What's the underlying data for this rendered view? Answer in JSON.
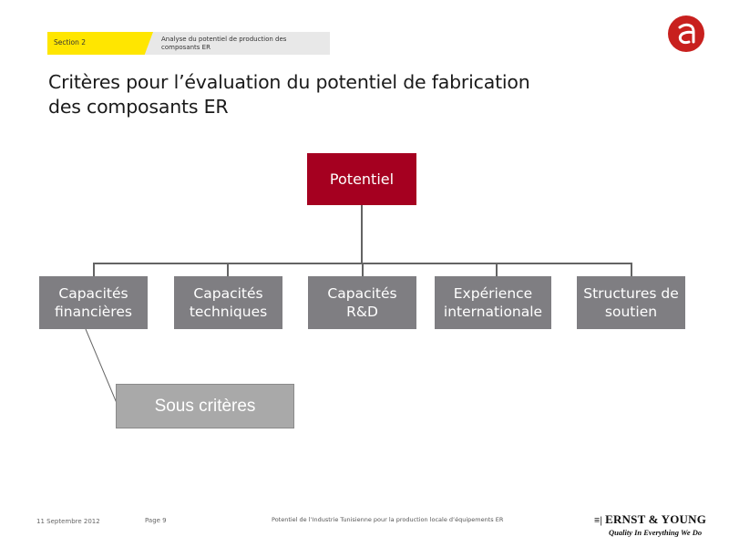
{
  "header": {
    "section_label": "Section 2",
    "section_title": "Analyse du potentiel de production des composants ER",
    "logo_icon": "circle-a-logo-icon",
    "logo_color": "#c8201e",
    "accent_yellow": "#ffe600"
  },
  "title": {
    "line1": "Critères pour l’évaluation du potentiel de fabrication",
    "line2": "des composants ER"
  },
  "diagram": {
    "root": {
      "label": "Potentiel",
      "color": "#a50020"
    },
    "criteria": [
      {
        "line1": "Capacités",
        "line2": "financières"
      },
      {
        "line1": "Capacités",
        "line2": "techniques"
      },
      {
        "line1": "Capacités",
        "line2": "R&D"
      },
      {
        "line1": "Expérience",
        "line2": "internationale"
      },
      {
        "line1": "Structures de",
        "line2": "soutien"
      }
    ],
    "criteria_color": "#7f7e82",
    "sub": {
      "label": "Sous critères",
      "color": "#a9a9a9"
    }
  },
  "footer": {
    "date": "11 Septembre 2012",
    "page": "Page 9",
    "center_text": "Potentiel de l’Industrie Tunisienne pour la production locale d’équipements ER",
    "brand_mark": "≡|",
    "brand_name": "ERNST & YOUNG",
    "brand_tagline": "Quality In Everything We Do"
  }
}
